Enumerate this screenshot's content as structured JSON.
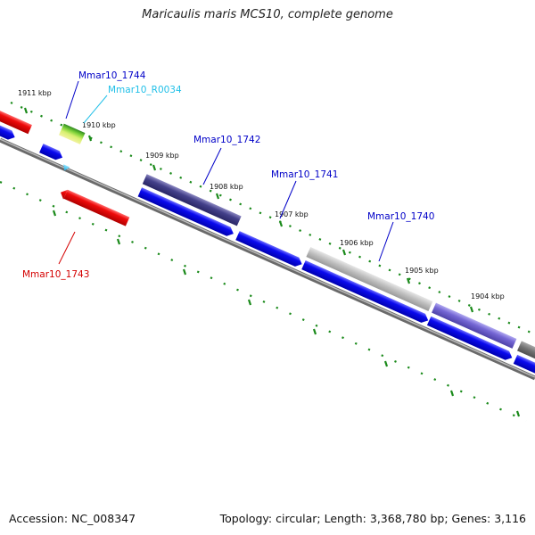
{
  "title": "Maricaulis maris MCS10, complete genome",
  "footer": {
    "accession": "Accession: NC_008347",
    "summary": "Topology: circular; Length: 3,368,780 bp; Genes: 3,116"
  },
  "ticks": [
    "1911 kbp",
    "1910 kbp",
    "1909 kbp",
    "1908 kbp",
    "1907 kbp",
    "1906 kbp",
    "1905 kbp",
    "1904 kbp"
  ],
  "gene_labels": [
    {
      "text": "Mmar10_1744",
      "color": "#0000c8"
    },
    {
      "text": "Mmar10_R0034",
      "color": "#22c0e8"
    },
    {
      "text": "Mmar10_1742",
      "color": "#0000c8"
    },
    {
      "text": "Mmar10_1741",
      "color": "#0000c8"
    },
    {
      "text": "Mmar10_1740",
      "color": "#0000c8"
    },
    {
      "text": "Mmar10_1743",
      "color": "#d40000"
    }
  ],
  "colors": {
    "backbone": "#8a8a8a",
    "forward_cds": "#0000ee",
    "reverse_cds": "#ee0000",
    "tick": "#1a8a1a"
  }
}
